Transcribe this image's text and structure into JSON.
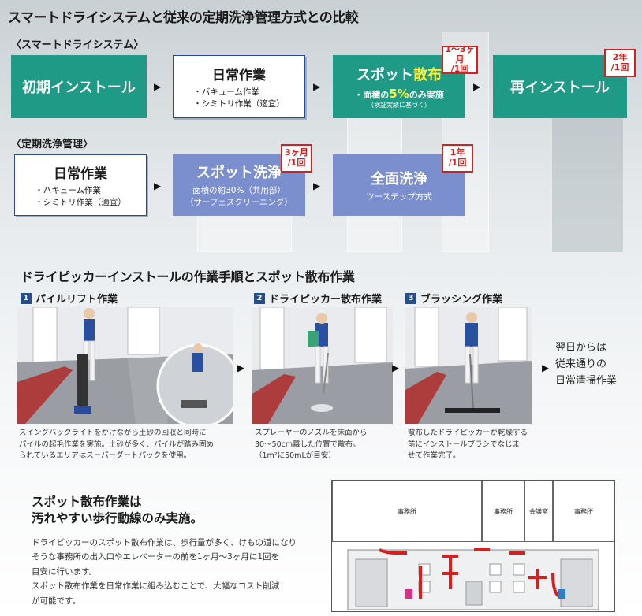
{
  "main_title": "スマートドライシステムと従来の定期洗浄管理方式との比較",
  "smart_section_label": "〈スマートドライシステム〉",
  "regular_section_label": "〈定期洗浄管理〉",
  "smart_flow": {
    "box1": "初期インストール",
    "box2": {
      "title": "日常作業",
      "items": [
        "・バキューム作業",
        "・シミトリ作業（適宜）"
      ]
    },
    "box3": {
      "title_a": "スポット",
      "title_b": "散布",
      "line_a": "・面積の",
      "line_pct": "5%",
      "line_b": "のみ実施",
      "note": "（検証実績に基づく）"
    },
    "box4": "再インストール",
    "badge3": {
      "line1": "1～3ヶ月",
      "line2": "/1回"
    },
    "badge4": {
      "line1": "2年",
      "line2": "/1回"
    }
  },
  "regular_flow": {
    "box1": {
      "title": "日常作業",
      "items": [
        "・バキューム作業",
        "・シミトリ作業（適宜）"
      ]
    },
    "box2": {
      "title": "スポット洗浄",
      "line1": "面積の約30%（共用部）",
      "line2": "（サーフェスクリーニング）"
    },
    "box3": {
      "title": "全面洗浄",
      "line1": "ツーステップ方式"
    },
    "badge2": {
      "line1": "3ヶ月",
      "line2": "/1回"
    },
    "badge3": {
      "line1": "1年",
      "line2": "/1回"
    }
  },
  "section2_title": "ドライピッカーインストールの作業手順とスポット散布作業",
  "steps": [
    {
      "num": "1",
      "title": "パイルリフト作業",
      "caption": [
        "スイングバックライトをかけながら土砂の回収と同時に",
        "パイルの起毛作業を実施。土砂が多く、パイルが踏み固め",
        "られているエリアはスーパーダートパックを使用。"
      ]
    },
    {
      "num": "2",
      "title": "ドライピッカー散布作業",
      "caption": [
        "スプレーヤーのノズルを床面から",
        "30～50cm離した位置で散布。",
        "（1m²に50mLが目安）"
      ]
    },
    {
      "num": "3",
      "title": "ブラッシング作業",
      "caption": [
        "散布したドライピッカーが乾燥する",
        "前にインストールブラシでなじま",
        "せて作業完了。"
      ]
    }
  ],
  "next_text": [
    "翌日からは",
    "従来通りの",
    "日常清掃作業"
  ],
  "spot": {
    "title1": "スポット散布作業は",
    "title2": "汚れやすい歩行動線のみ実施。",
    "body": [
      "ドライピッカーのスポット散布作業は、歩行量が多く、けもの道になり",
      "そうな事務所の出入口やエレベーターの前を1ヶ月～3ヶ月に1回を",
      "目安に行います。",
      "スポット散布作業を日常作業に組み込むことで、大幅なコスト削減",
      "が可能です。"
    ]
  },
  "floor_plan": {
    "rooms": [
      "事務所",
      "事務所",
      "会議室",
      "事務所"
    ]
  },
  "colors": {
    "smart_green": "#1f9a87",
    "regular_blue": "#7b8fcf",
    "badge_red": "#d62020",
    "highlight_yellow": "#ffef3a",
    "step_navy": "#234e8f"
  }
}
